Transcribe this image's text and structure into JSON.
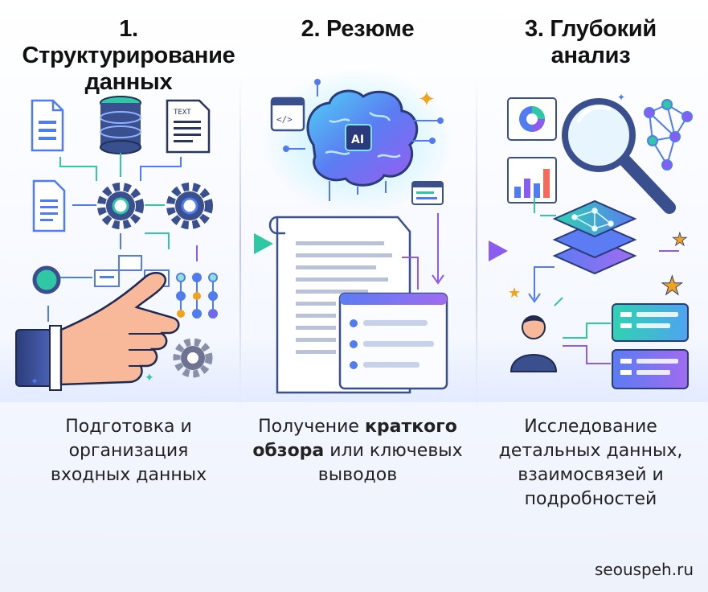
{
  "columns": [
    {
      "title_line1": "1. Структурирование",
      "title_line2": "данных",
      "desc_line1": "Подготовка и",
      "desc_line2": "организация",
      "desc_line3": "входных данных"
    },
    {
      "title_line1": "2. Резюме",
      "desc_line1_pre": "Получение ",
      "desc_line1_bold": "краткого",
      "desc_line2_bold": "обзора",
      "desc_line2_post": " или ключевых",
      "desc_line3": "выводов"
    },
    {
      "title_line1": "3. Глубокий",
      "title_line2": "анализ",
      "desc_line1": "Исследование",
      "desc_line2": "детальных данных,",
      "desc_line3": "взаимосвязей и",
      "desc_line4": "подробностей"
    }
  ],
  "icons": {
    "text_doc_label": "TEXT",
    "code_label": "</>",
    "ai_label": "AI"
  },
  "watermark": "seouspeh.ru",
  "colors": {
    "accent_blue": "#4f7cf0",
    "accent_purple": "#8a5cf0",
    "accent_teal": "#2fc7a4",
    "star": "#f3a21c"
  }
}
